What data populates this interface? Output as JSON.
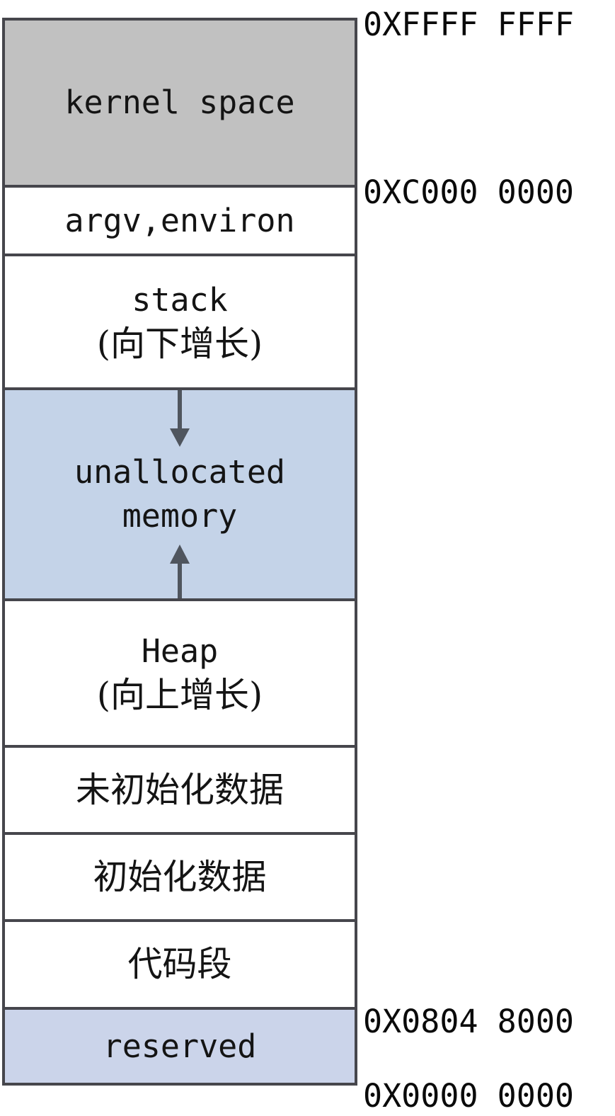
{
  "diagram": {
    "description": "process virtual memory layout",
    "segments": [
      {
        "key": "kernel-space",
        "label": "kernel space"
      },
      {
        "key": "argv-environ",
        "label": "argv,environ"
      },
      {
        "key": "stack",
        "label": "stack",
        "sublabel": "(向下增长)"
      },
      {
        "key": "unallocated-memory",
        "label": "unallocated",
        "sublabel": "memory"
      },
      {
        "key": "heap",
        "label": "Heap",
        "sublabel": "(向上增长)"
      },
      {
        "key": "uninitialized-data",
        "label": "未初始化数据"
      },
      {
        "key": "initialized-data",
        "label": "初始化数据"
      },
      {
        "key": "code-segment",
        "label": "代码段"
      },
      {
        "key": "reserved",
        "label": "reserved"
      }
    ],
    "addresses": {
      "top": "0XFFFF FFFF",
      "kernel_boundary": "0XC000 0000",
      "code_start": "0X0804 8000",
      "bottom": "0X0000 0000"
    },
    "colors": {
      "border": "#46464c",
      "kernel_bg": "#c1c1c1",
      "unallocated_bg": "#c4d3e8",
      "reserved_bg": "#cbd4ea",
      "arrow": "#4f555e",
      "text": "#141414"
    }
  }
}
